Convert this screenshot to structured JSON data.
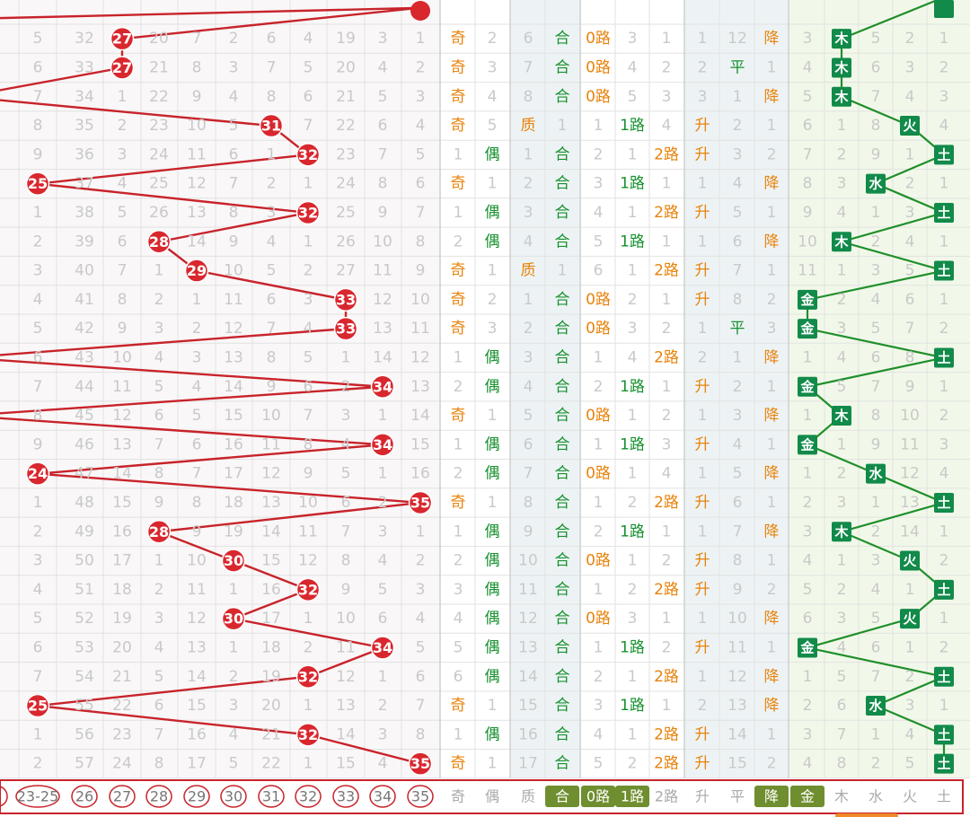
{
  "rows": [
    {
      "m": [
        "5",
        "32",
        "27",
        "20",
        "7",
        "2",
        "6",
        "4",
        "19",
        "3",
        "1"
      ],
      "ball": {
        "col": 2,
        "val": "27"
      },
      "oe": "奇",
      "oen": "2",
      "pc": "6",
      "pct": "合",
      "rd": "0路",
      "r1": "3",
      "r2": "1",
      "tr": "1",
      "tr2": "12",
      "trl": "降",
      "wx": "木",
      "wn": [
        "3",
        "5",
        "2",
        "1"
      ]
    },
    {
      "m": [
        "6",
        "33",
        "27",
        "21",
        "8",
        "3",
        "7",
        "5",
        "20",
        "4",
        "2"
      ],
      "ball": {
        "col": 2,
        "val": "27"
      },
      "oe": "奇",
      "oen": "3",
      "pc": "7",
      "pct": "合",
      "rd": "0路",
      "r1": "4",
      "r2": "2",
      "tr": "2",
      "tr2": "平",
      "trl": "1",
      "wx": "木",
      "wn": [
        "4",
        "6",
        "3",
        "2"
      ]
    },
    {
      "m": [
        "7",
        "34",
        "1",
        "22",
        "9",
        "4",
        "8",
        "6",
        "21",
        "5",
        "3"
      ],
      "ball": null,
      "oe": "奇",
      "oen": "4",
      "pc": "8",
      "pct": "合",
      "rd": "0路",
      "r1": "5",
      "r2": "3",
      "tr": "3",
      "tr2": "1",
      "trl": "降",
      "wx": "木",
      "wn": [
        "5",
        "7",
        "4",
        "3"
      ]
    },
    {
      "m": [
        "8",
        "35",
        "2",
        "23",
        "10",
        "5",
        "31",
        "7",
        "22",
        "6",
        "4"
      ],
      "ball": {
        "col": 6,
        "val": "31"
      },
      "oe": "奇",
      "oen": "5",
      "pc": "质",
      "pct": "1",
      "rd": "1",
      "r1": "1路",
      "r2": "4",
      "tr": "升",
      "tr2": "2",
      "trl": "1",
      "wx": "火",
      "wn": [
        "6",
        "1",
        "8",
        "4"
      ]
    },
    {
      "m": [
        "9",
        "36",
        "3",
        "24",
        "11",
        "6",
        "1",
        "32",
        "23",
        "7",
        "5"
      ],
      "ball": {
        "col": 7,
        "val": "32"
      },
      "oe": "1",
      "oen": "偶",
      "pc": "1",
      "pct": "合",
      "rd": "2",
      "r1": "1",
      "r2": "2路",
      "tr": "升",
      "tr2": "3",
      "trl": "2",
      "wx": "土",
      "wn": [
        "7",
        "2",
        "9",
        "1"
      ]
    },
    {
      "m": [
        "25",
        "37",
        "4",
        "25",
        "12",
        "7",
        "2",
        "1",
        "24",
        "8",
        "6"
      ],
      "ball": {
        "col": 0,
        "val": "25"
      },
      "oe": "奇",
      "oen": "1",
      "pc": "2",
      "pct": "合",
      "rd": "3",
      "r1": "1路",
      "r2": "1",
      "tr": "1",
      "tr2": "4",
      "trl": "降",
      "wx": "水",
      "wn": [
        "8",
        "3",
        "2",
        "1"
      ]
    },
    {
      "m": [
        "1",
        "38",
        "5",
        "26",
        "13",
        "8",
        "3",
        "32",
        "25",
        "9",
        "7"
      ],
      "ball": {
        "col": 7,
        "val": "32"
      },
      "oe": "1",
      "oen": "偶",
      "pc": "3",
      "pct": "合",
      "rd": "4",
      "r1": "1",
      "r2": "2路",
      "tr": "升",
      "tr2": "5",
      "trl": "1",
      "wx": "土",
      "wn": [
        "9",
        "4",
        "1",
        "3"
      ]
    },
    {
      "m": [
        "2",
        "39",
        "6",
        "28",
        "14",
        "9",
        "4",
        "1",
        "26",
        "10",
        "8"
      ],
      "ball": {
        "col": 3,
        "val": "28"
      },
      "oe": "2",
      "oen": "偶",
      "pc": "4",
      "pct": "合",
      "rd": "5",
      "r1": "1路",
      "r2": "1",
      "tr": "1",
      "tr2": "6",
      "trl": "降",
      "wx": "木",
      "wn": [
        "10",
        "2",
        "4",
        "1"
      ]
    },
    {
      "m": [
        "3",
        "40",
        "7",
        "1",
        "29",
        "10",
        "5",
        "2",
        "27",
        "11",
        "9"
      ],
      "ball": {
        "col": 4,
        "val": "29"
      },
      "oe": "奇",
      "oen": "1",
      "pc": "质",
      "pct": "1",
      "rd": "6",
      "r1": "1",
      "r2": "2路",
      "tr": "升",
      "tr2": "7",
      "trl": "1",
      "wx": "土",
      "wn": [
        "11",
        "1",
        "3",
        "5"
      ]
    },
    {
      "m": [
        "4",
        "41",
        "8",
        "2",
        "1",
        "11",
        "6",
        "3",
        "33",
        "12",
        "10"
      ],
      "ball": {
        "col": 8,
        "val": "33"
      },
      "oe": "奇",
      "oen": "2",
      "pc": "1",
      "pct": "合",
      "rd": "0路",
      "r1": "2",
      "r2": "1",
      "tr": "升",
      "tr2": "8",
      "trl": "2",
      "wx": "金",
      "wn": [
        "2",
        "4",
        "6",
        "1"
      ]
    },
    {
      "m": [
        "5",
        "42",
        "9",
        "3",
        "2",
        "12",
        "7",
        "4",
        "33",
        "13",
        "11"
      ],
      "ball": {
        "col": 8,
        "val": "33"
      },
      "oe": "奇",
      "oen": "3",
      "pc": "2",
      "pct": "合",
      "rd": "0路",
      "r1": "3",
      "r2": "2",
      "tr": "1",
      "tr2": "平",
      "trl": "3",
      "wx": "金",
      "wn": [
        "3",
        "5",
        "7",
        "2"
      ]
    },
    {
      "m": [
        "6",
        "43",
        "10",
        "4",
        "3",
        "13",
        "8",
        "5",
        "1",
        "14",
        "12"
      ],
      "ball": null,
      "oe": "1",
      "oen": "偶",
      "pc": "3",
      "pct": "合",
      "rd": "1",
      "r1": "4",
      "r2": "2路",
      "tr": "2",
      "tr2": "1",
      "trl": "降",
      "wx": "土",
      "wn": [
        "1",
        "4",
        "6",
        "8"
      ]
    },
    {
      "m": [
        "7",
        "44",
        "11",
        "5",
        "4",
        "14",
        "9",
        "6",
        "2",
        "34",
        "13"
      ],
      "ball": {
        "col": 9,
        "val": "34"
      },
      "oe": "2",
      "oen": "偶",
      "pc": "4",
      "pct": "合",
      "rd": "2",
      "r1": "1路",
      "r2": "1",
      "tr": "升",
      "tr2": "2",
      "trl": "1",
      "wx": "金",
      "wn": [
        "5",
        "7",
        "9",
        "1"
      ]
    },
    {
      "m": [
        "8",
        "45",
        "12",
        "6",
        "5",
        "15",
        "10",
        "7",
        "3",
        "1",
        "14"
      ],
      "ball": null,
      "oe": "奇",
      "oen": "1",
      "pc": "5",
      "pct": "合",
      "rd": "0路",
      "r1": "1",
      "r2": "2",
      "tr": "1",
      "tr2": "3",
      "trl": "降",
      "wx": "木",
      "wn": [
        "1",
        "8",
        "10",
        "2"
      ]
    },
    {
      "m": [
        "9",
        "46",
        "13",
        "7",
        "6",
        "16",
        "11",
        "8",
        "4",
        "34",
        "15"
      ],
      "ball": {
        "col": 9,
        "val": "34"
      },
      "oe": "1",
      "oen": "偶",
      "pc": "6",
      "pct": "合",
      "rd": "1",
      "r1": "1路",
      "r2": "3",
      "tr": "升",
      "tr2": "4",
      "trl": "1",
      "wx": "金",
      "wn": [
        "1",
        "9",
        "11",
        "3"
      ]
    },
    {
      "m": [
        "24",
        "47",
        "14",
        "8",
        "7",
        "17",
        "12",
        "9",
        "5",
        "1",
        "16"
      ],
      "ball": {
        "col": 0,
        "val": "24"
      },
      "oe": "2",
      "oen": "偶",
      "pc": "7",
      "pct": "合",
      "rd": "0路",
      "r1": "1",
      "r2": "4",
      "tr": "1",
      "tr2": "5",
      "trl": "降",
      "wx": "水",
      "wn": [
        "1",
        "2",
        "12",
        "4"
      ]
    },
    {
      "m": [
        "1",
        "48",
        "15",
        "9",
        "8",
        "18",
        "13",
        "10",
        "6",
        "2",
        "35"
      ],
      "ball": {
        "col": 10,
        "val": "35"
      },
      "oe": "奇",
      "oen": "1",
      "pc": "8",
      "pct": "合",
      "rd": "1",
      "r1": "2",
      "r2": "2路",
      "tr": "升",
      "tr2": "6",
      "trl": "1",
      "wx": "土",
      "wn": [
        "2",
        "3",
        "1",
        "13"
      ]
    },
    {
      "m": [
        "2",
        "49",
        "16",
        "28",
        "9",
        "19",
        "14",
        "11",
        "7",
        "3",
        "1"
      ],
      "ball": {
        "col": 3,
        "val": "28"
      },
      "oe": "1",
      "oen": "偶",
      "pc": "9",
      "pct": "合",
      "rd": "2",
      "r1": "1路",
      "r2": "1",
      "tr": "1",
      "tr2": "7",
      "trl": "降",
      "wx": "木",
      "wn": [
        "3",
        "2",
        "14",
        "1"
      ]
    },
    {
      "m": [
        "3",
        "50",
        "17",
        "1",
        "10",
        "30",
        "15",
        "12",
        "8",
        "4",
        "2"
      ],
      "ball": {
        "col": 5,
        "val": "30"
      },
      "oe": "2",
      "oen": "偶",
      "pc": "10",
      "pct": "合",
      "rd": "0路",
      "r1": "1",
      "r2": "2",
      "tr": "升",
      "tr2": "8",
      "trl": "1",
      "wx": "火",
      "wn": [
        "4",
        "1",
        "3",
        "2"
      ]
    },
    {
      "m": [
        "4",
        "51",
        "18",
        "2",
        "11",
        "1",
        "16",
        "32",
        "9",
        "5",
        "3"
      ],
      "ball": {
        "col": 7,
        "val": "32"
      },
      "oe": "3",
      "oen": "偶",
      "pc": "11",
      "pct": "合",
      "rd": "1",
      "r1": "2",
      "r2": "2路",
      "tr": "升",
      "tr2": "9",
      "trl": "2",
      "wx": "土",
      "wn": [
        "5",
        "2",
        "4",
        "1"
      ]
    },
    {
      "m": [
        "5",
        "52",
        "19",
        "3",
        "12",
        "30",
        "17",
        "1",
        "10",
        "6",
        "4"
      ],
      "ball": {
        "col": 5,
        "val": "30"
      },
      "oe": "4",
      "oen": "偶",
      "pc": "12",
      "pct": "合",
      "rd": "0路",
      "r1": "3",
      "r2": "1",
      "tr": "1",
      "tr2": "10",
      "trl": "降",
      "wx": "火",
      "wn": [
        "6",
        "3",
        "5",
        "1"
      ]
    },
    {
      "m": [
        "6",
        "53",
        "20",
        "4",
        "13",
        "1",
        "18",
        "2",
        "11",
        "34",
        "5"
      ],
      "ball": {
        "col": 9,
        "val": "34"
      },
      "oe": "5",
      "oen": "偶",
      "pc": "13",
      "pct": "合",
      "rd": "1",
      "r1": "1路",
      "r2": "2",
      "tr": "升",
      "tr2": "11",
      "trl": "1",
      "wx": "金",
      "wn": [
        "4",
        "6",
        "1",
        "2"
      ]
    },
    {
      "m": [
        "7",
        "54",
        "21",
        "5",
        "14",
        "2",
        "19",
        "32",
        "12",
        "1",
        "6"
      ],
      "ball": {
        "col": 7,
        "val": "32"
      },
      "oe": "6",
      "oen": "偶",
      "pc": "14",
      "pct": "合",
      "rd": "2",
      "r1": "1",
      "r2": "2路",
      "tr": "1",
      "tr2": "12",
      "trl": "降",
      "wx": "土",
      "wn": [
        "1",
        "5",
        "7",
        "2"
      ]
    },
    {
      "m": [
        "25",
        "55",
        "22",
        "6",
        "15",
        "3",
        "20",
        "1",
        "13",
        "2",
        "7"
      ],
      "ball": {
        "col": 0,
        "val": "25"
      },
      "oe": "奇",
      "oen": "1",
      "pc": "15",
      "pct": "合",
      "rd": "3",
      "r1": "1路",
      "r2": "1",
      "tr": "2",
      "tr2": "13",
      "trl": "降",
      "wx": "水",
      "wn": [
        "2",
        "6",
        "3",
        "1"
      ]
    },
    {
      "m": [
        "1",
        "56",
        "23",
        "7",
        "16",
        "4",
        "21",
        "32",
        "14",
        "3",
        "8"
      ],
      "ball": {
        "col": 7,
        "val": "32"
      },
      "oe": "1",
      "oen": "偶",
      "pc": "16",
      "pct": "合",
      "rd": "4",
      "r1": "1",
      "r2": "2路",
      "tr": "升",
      "tr2": "14",
      "trl": "1",
      "wx": "土",
      "wn": [
        "3",
        "7",
        "1",
        "4"
      ]
    },
    {
      "m": [
        "2",
        "57",
        "24",
        "8",
        "17",
        "5",
        "22",
        "1",
        "15",
        "4",
        "35"
      ],
      "ball": {
        "col": 10,
        "val": "35"
      },
      "oe": "奇",
      "oen": "1",
      "pc": "17",
      "pct": "合",
      "rd": "5",
      "r1": "2",
      "r2": "2路",
      "tr": "升",
      "tr2": "15",
      "trl": "2",
      "wx": "土",
      "wn": [
        "4",
        "8",
        "2",
        "5"
      ]
    }
  ],
  "footer": {
    "balls": [
      "23-25",
      "26",
      "27",
      "28",
      "29",
      "30",
      "31",
      "32",
      "33",
      "34",
      "35"
    ],
    "labels": [
      "奇",
      "偶",
      "质",
      "合",
      "0路",
      "1路",
      "2路",
      "升",
      "平",
      "降",
      "金",
      "木",
      "水",
      "火",
      "土"
    ],
    "active": [
      "合",
      "0路",
      "1路",
      "降",
      "金"
    ]
  },
  "colors": {
    "ball": "#d9272e",
    "line": "#c8232a",
    "badge": "#118a4a",
    "wxline": "#1f8f2a",
    "orange": "#e8830c",
    "green": "#17912f"
  }
}
